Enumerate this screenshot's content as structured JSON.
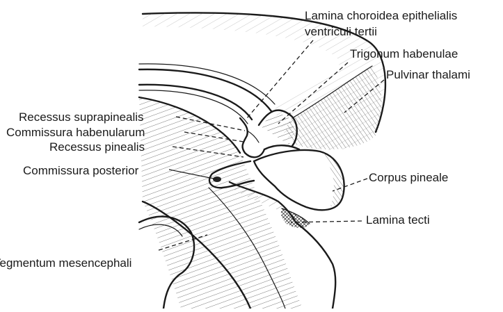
{
  "diagram": {
    "labels": {
      "lamina_choroidea_line1": "Lamina choroidea epithelialis",
      "lamina_choroidea_line2": "ventriculi tertii",
      "trigonum_habenulae": "Trigonum habenulae",
      "pulvinar_thalami": "Pulvinar thalami",
      "recessus_suprapinealis": "Recessus suprapinealis",
      "commissura_habenularum": "Commissura habenularum",
      "recessus_pinealis": "Recessus pinealis",
      "commissura_posterior": "Commissura posterior",
      "corpus_pineale": "Corpus pineale",
      "lamina_tecti": "Lamina tecti",
      "tegmentum_mesencephali": "Tegmentum mesencephali"
    }
  }
}
